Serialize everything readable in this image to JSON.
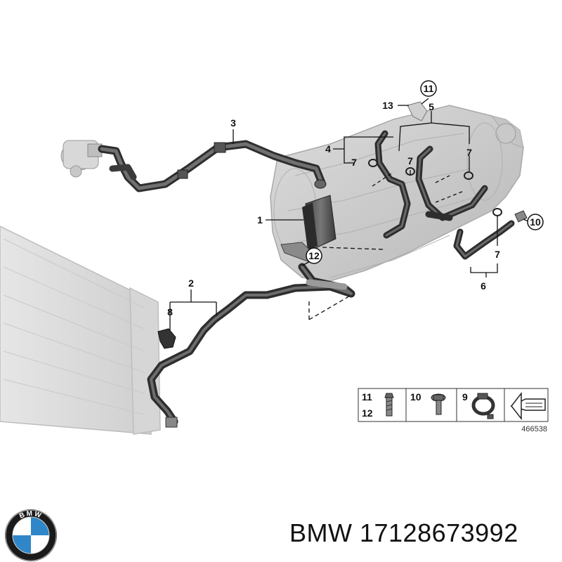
{
  "diagram": {
    "callouts": {
      "c1": "1",
      "c2": "2",
      "c3": "3",
      "c4": "4",
      "c5": "5",
      "c6": "6",
      "c7a": "7",
      "c7b": "7",
      "c7c": "7",
      "c7d": "7",
      "c8": "8",
      "c10": "10",
      "c11": "11",
      "c12": "12",
      "c13": "13"
    },
    "legend": {
      "item11": "11",
      "item12": "12",
      "item10": "10",
      "item9": "9"
    },
    "image_number": "466538"
  },
  "caption": {
    "text": "BMW 17128673992"
  },
  "logo": {
    "wordmark": "BMW",
    "colors": {
      "blue": "#2f86c8",
      "ring": "#1a1a1a",
      "white": "#ffffff"
    }
  }
}
